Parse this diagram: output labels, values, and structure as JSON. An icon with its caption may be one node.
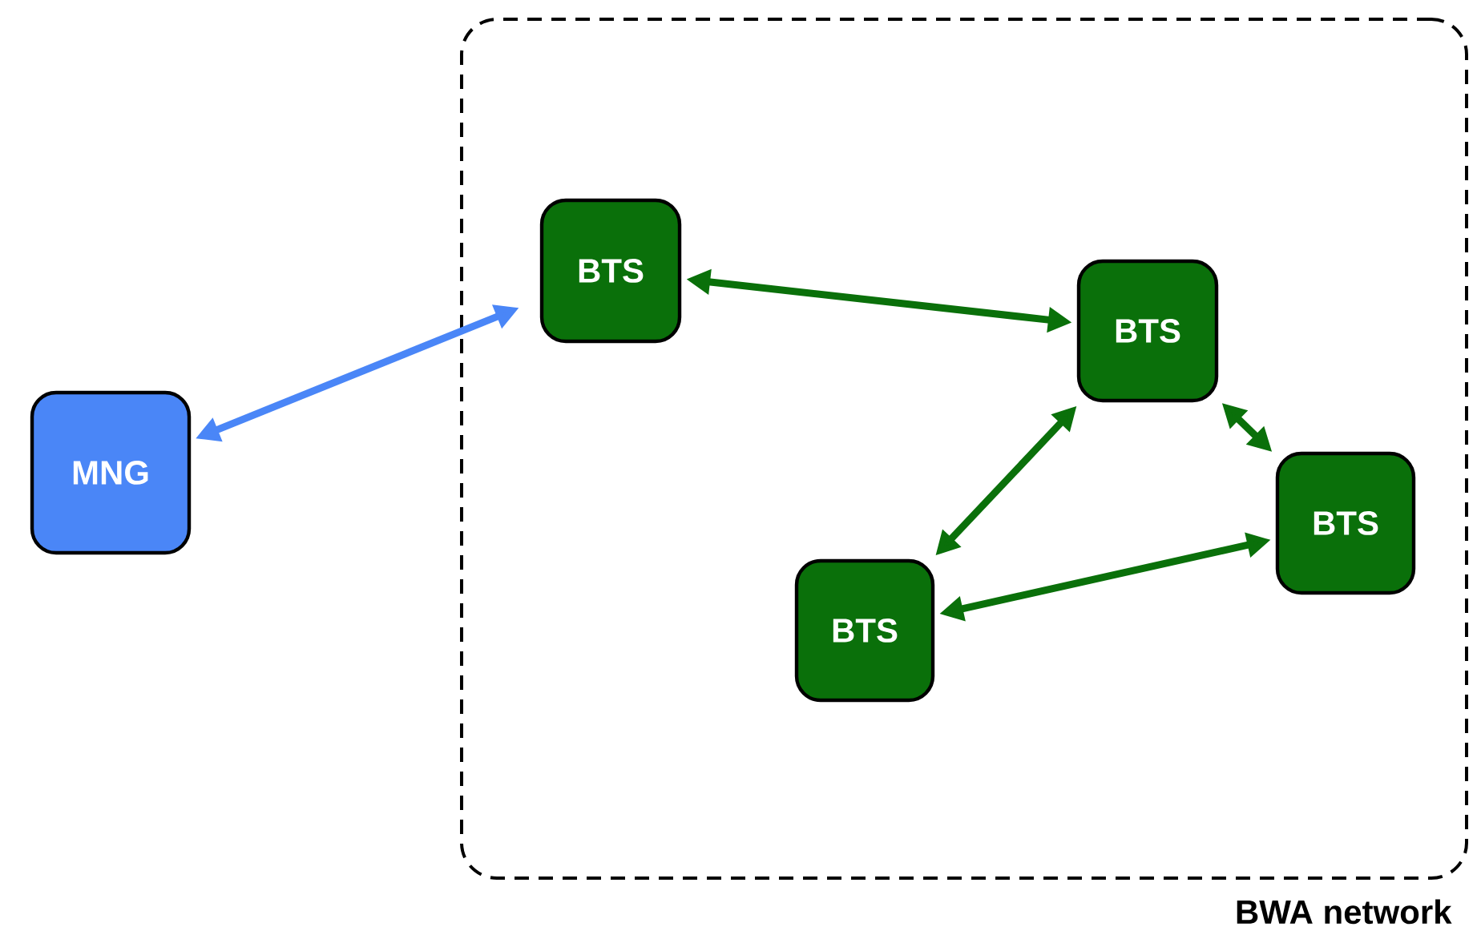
{
  "diagram": {
    "nodes": [
      {
        "text": [
          "BWA network"
        ]
      },
      {
        "text": [
          "MNG"
        ]
      },
      {
        "text": [
          "BTS"
        ],
        "in": 0
      },
      {
        "text": [
          "BTS"
        ],
        "in": 0
      },
      {
        "text": [
          "BTS"
        ],
        "in": 0
      },
      {
        "text": [
          "BTS"
        ],
        "in": 0
      }
    ],
    "edges": [
      {
        "from": 1,
        "to": 2,
        "arrow": "both",
        "color": "#4a86f7"
      },
      {
        "from": 2,
        "to": 3,
        "arrow": "both"
      },
      {
        "from": 3,
        "to": 4,
        "arrow": "both"
      },
      {
        "from": 3,
        "to": 5,
        "arrow": "both"
      },
      {
        "from": 5,
        "to": 4,
        "arrow": "both"
      }
    ]
  }
}
